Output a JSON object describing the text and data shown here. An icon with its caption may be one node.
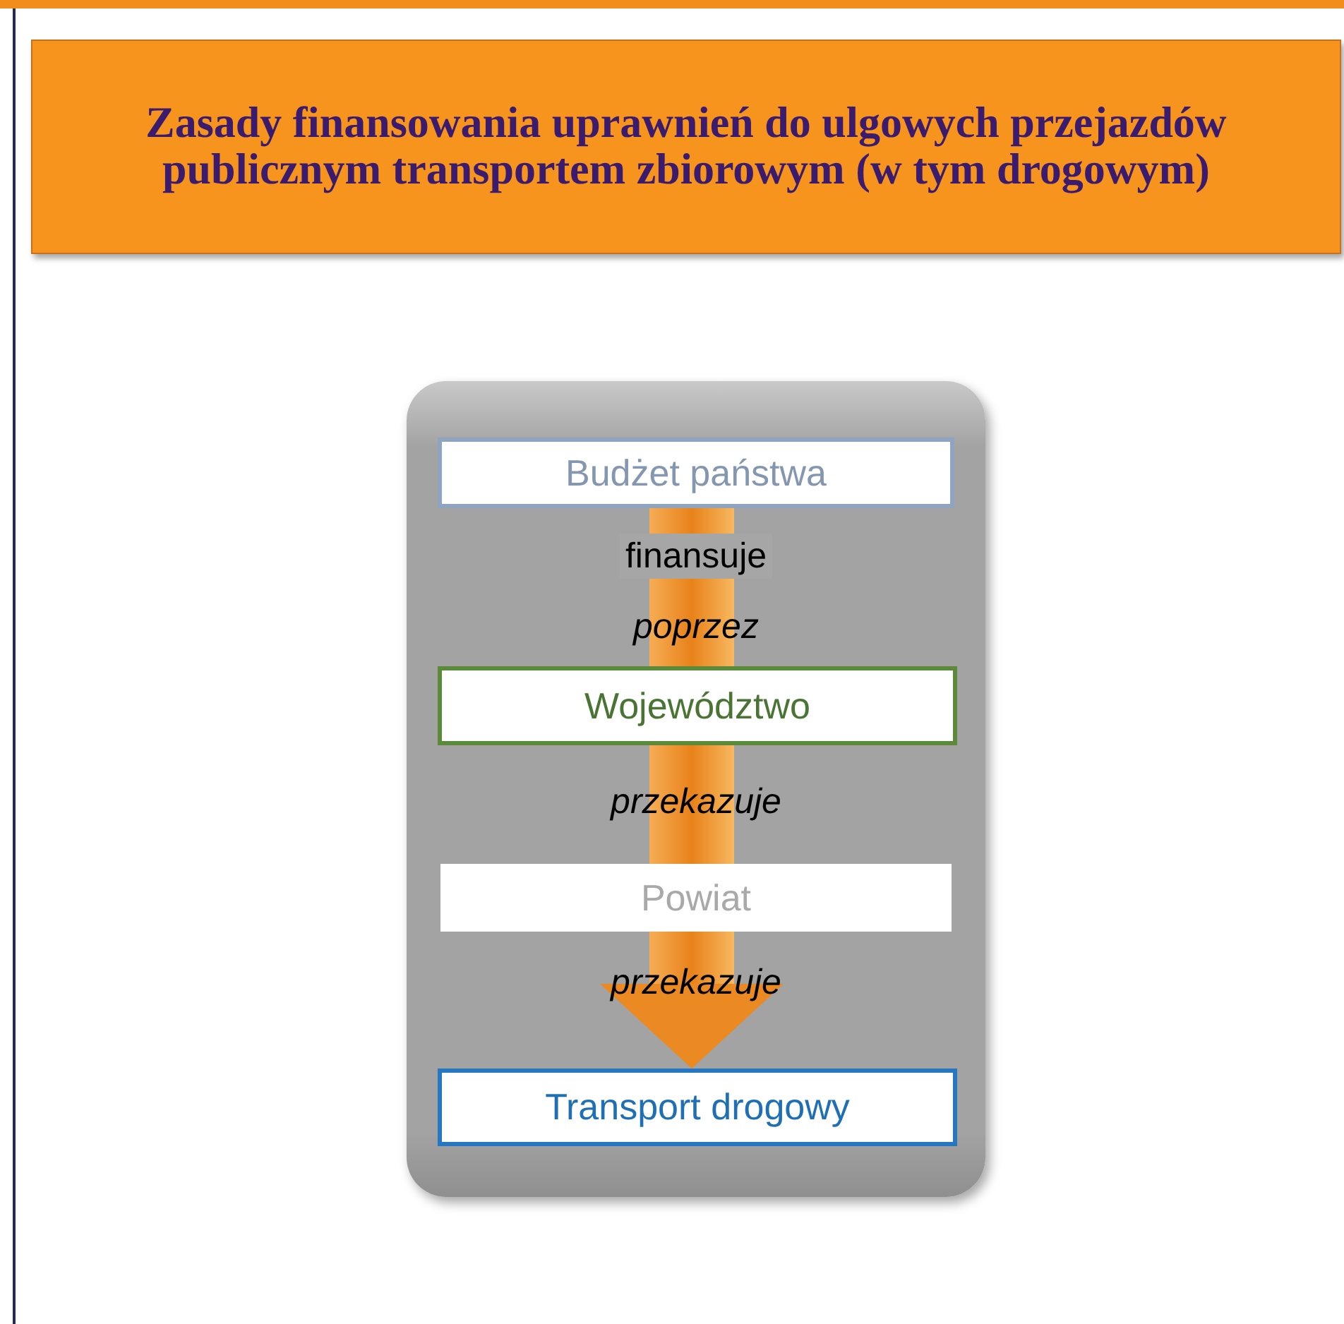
{
  "diagram": {
    "title": "Zasady finansowania uprawnień do ulgowych przejazdów publicznym transportem zbiorowym (w tym drogowym)",
    "nodes": [
      {
        "text": [],
        "shape": "box"
      },
      {
        "text": [
          "Budżet państwa"
        ],
        "in": 0
      },
      {
        "text": [
          "Województwo"
        ],
        "in": 0
      },
      {
        "text": [
          "Powiat"
        ],
        "in": 0
      },
      {
        "text": [
          "Transport drogowy"
        ],
        "in": 0
      }
    ],
    "edges": [
      {
        "from": 1,
        "to": 2,
        "arrow": "none",
        "style": "thick"
      },
      {
        "from": 2,
        "to": 3,
        "arrow": "none",
        "style": "thick"
      },
      {
        "from": 3,
        "to": 4,
        "arrow": "to",
        "style": "thick"
      }
    ],
    "labels": [
      "finansuje",
      "poprzez",
      "przekazuje",
      "przekazuje"
    ]
  }
}
